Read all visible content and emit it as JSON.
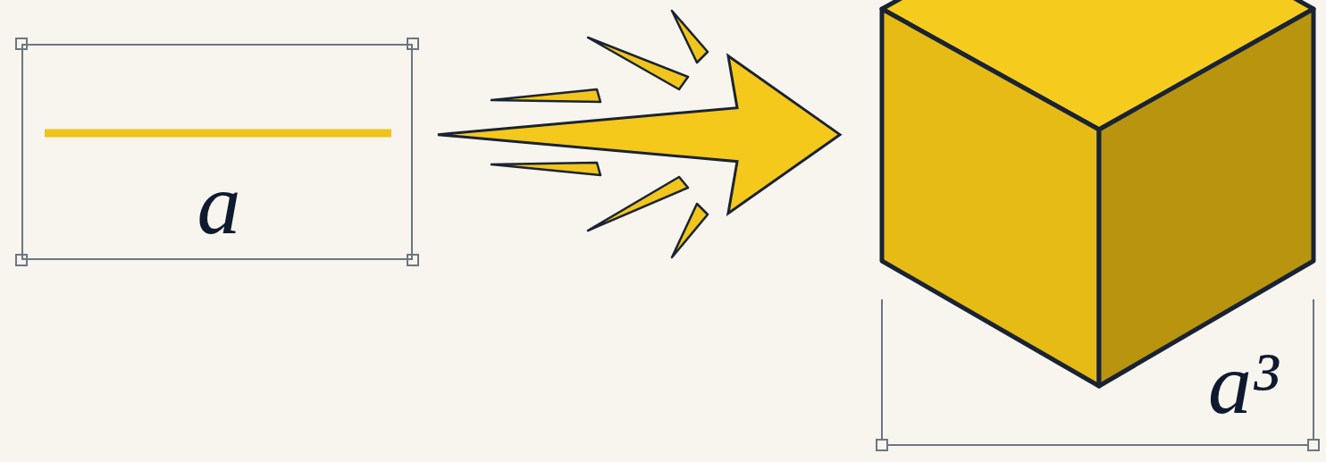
{
  "diagram": {
    "nodes": [
      {
        "text": [
          "a"
        ]
      },
      {
        "text": [
          "a³"
        ]
      }
    ],
    "edges": [
      {
        "from": 0,
        "to": 1,
        "arrow": "to"
      }
    ]
  }
}
